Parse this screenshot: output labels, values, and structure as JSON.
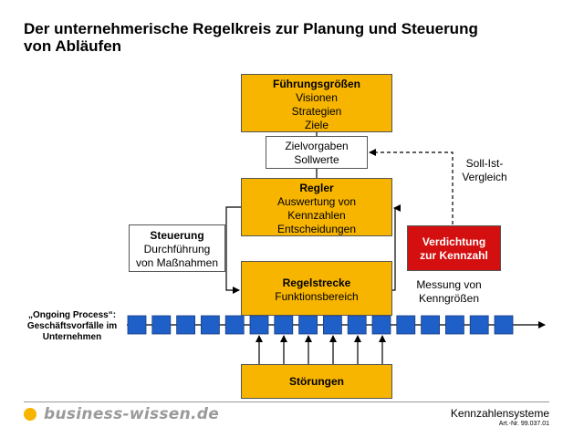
{
  "title": {
    "line1": "Der unternehmerische Regelkreis zur Planung und Steuerung",
    "line2": "von Abläufen"
  },
  "fuehrungsgroessen": {
    "heading": "Führungsgrößen",
    "lines": [
      "Visionen",
      "Strategien",
      "Ziele"
    ]
  },
  "zielvorgaben": {
    "lines": [
      "Zielvorgaben",
      "Sollwerte"
    ]
  },
  "regler": {
    "heading": "Regler",
    "lines": [
      "Auswertung von",
      "Kennzahlen",
      "Entscheidungen"
    ]
  },
  "steuerung": {
    "heading": "Steuerung",
    "lines": [
      "Durchführung",
      "von Maßnahmen"
    ]
  },
  "regelstrecke": {
    "heading": "Regelstrecke",
    "lines": [
      "Funktionsbereich"
    ]
  },
  "verdichtung": {
    "lines": [
      "Verdichtung",
      "zur Kennzahl"
    ]
  },
  "soll_ist": {
    "lines": [
      "Soll-Ist-",
      "Vergleich"
    ]
  },
  "messung": {
    "lines": [
      "Messung von",
      "Kenngrößen"
    ]
  },
  "ongoing": {
    "lines": [
      "„Ongoing Process“:",
      "Geschäftsvorfälle im",
      "Unternehmen"
    ]
  },
  "stoerungen": {
    "heading": "Störungen"
  },
  "process_squares": 16,
  "colors": {
    "orange": "#f7b500",
    "red": "#d40f0f",
    "blue": "#1f5fc8",
    "logo_dot": "#f7b500"
  },
  "footer": {
    "logo_text": "business-wissen.de",
    "title": "Kennzahlensysteme",
    "art_nr": "Art.-Nr. 99.037.01"
  }
}
